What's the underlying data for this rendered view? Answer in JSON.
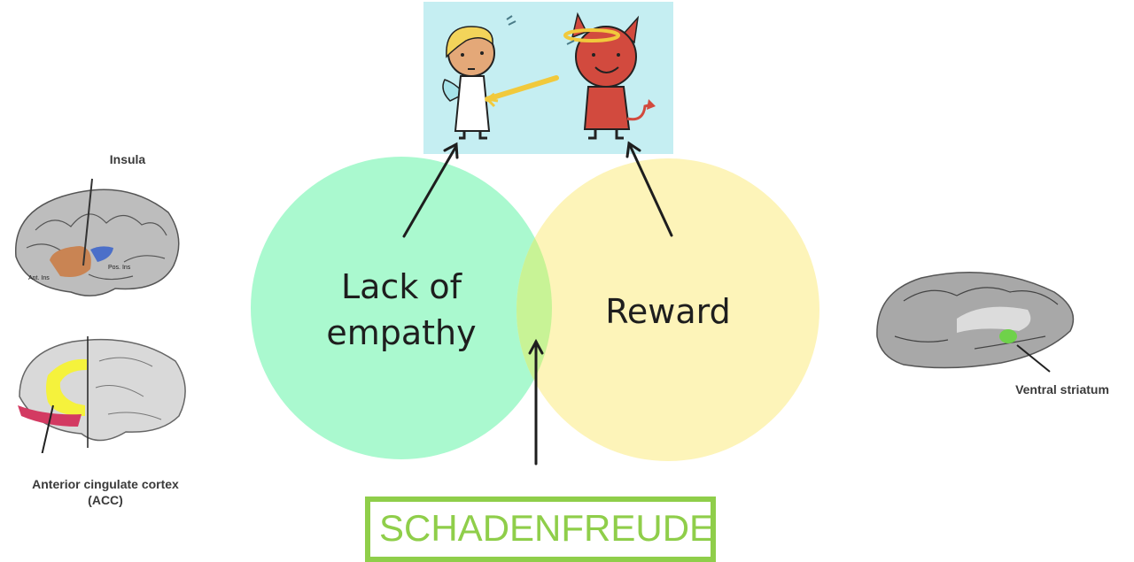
{
  "diagram": {
    "title": "SCHADENFREUDE",
    "colors": {
      "empathy_circle": "#aaf9cf",
      "reward_circle": "#fdf4b9",
      "overlap": "#c8f396",
      "brand_green": "#8fce4a",
      "cartoon_bg": "#c5eef2",
      "arrow": "#1e1e1e"
    },
    "circles": [
      {
        "id": "empathy",
        "label_line1": "Lack of",
        "label_line2": "empathy"
      },
      {
        "id": "reward",
        "label": "Reward"
      }
    ],
    "cartoon": {
      "description": "Angel holding pitchfork next to devil wearing halo",
      "characters": [
        "angel",
        "devil"
      ]
    },
    "brain_images": [
      {
        "id": "insula",
        "label": "Insula",
        "sublabels": [
          "Ant. Ins",
          "Pos. Ins"
        ]
      },
      {
        "id": "acc",
        "label_line1": "Anterior cingulate cortex",
        "label_line2": "(ACC)"
      },
      {
        "id": "ventral-striatum",
        "label": "Ventral striatum"
      }
    ]
  }
}
